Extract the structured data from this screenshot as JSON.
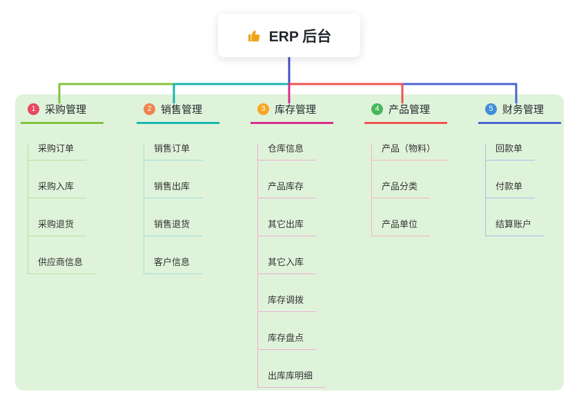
{
  "root": {
    "title": "ERP 后台",
    "icon": "thumbs-up-icon",
    "icon_color": "#f0a418"
  },
  "canvas": {
    "panel_background": "#dff3da"
  },
  "connector": {
    "root_color": "#4150c8"
  },
  "branches": [
    {
      "badge": "1",
      "label": "采购管理",
      "badge_color": "#e84862",
      "line_color": "#82c23c",
      "light_color": "#bedb9d",
      "children": [
        "采购订单",
        "采购入库",
        "采购退货",
        "供应商信息"
      ]
    },
    {
      "badge": "2",
      "label": "销售管理",
      "badge_color": "#f0824c",
      "line_color": "#19b6af",
      "light_color": "#9cdcd7",
      "children": [
        "销售订单",
        "销售出库",
        "销售退货",
        "客户信息"
      ]
    },
    {
      "badge": "3",
      "label": "库存管理",
      "badge_color": "#f6a623",
      "line_color": "#d92c8e",
      "light_color": "#eeadd2",
      "children": [
        "仓库信息",
        "产品库存",
        "其它出库",
        "其它入库",
        "库存调拨",
        "库存盘点",
        "出库库明细"
      ]
    },
    {
      "badge": "4",
      "label": "产品管理",
      "badge_color": "#47b75c",
      "line_color": "#ef5350",
      "light_color": "#f6b6b4",
      "children": [
        "产品（物料）",
        "产品分类",
        "产品单位"
      ]
    },
    {
      "badge": "5",
      "label": "财务管理",
      "badge_color": "#3e8ed7",
      "line_color": "#4a63d2",
      "light_color": "#aebbea",
      "children": [
        "回款单",
        "付款单",
        "结算账户"
      ]
    }
  ]
}
